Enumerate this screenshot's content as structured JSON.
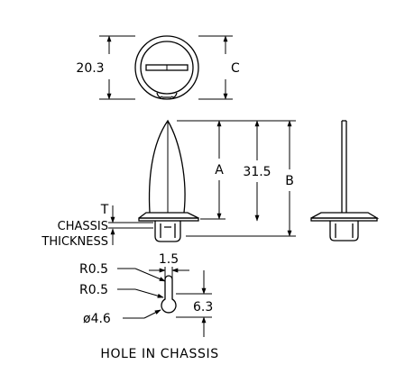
{
  "top_view": {
    "dim_left": "20.3",
    "dim_right": "C"
  },
  "side_view": {
    "dim_a": "A",
    "dim_overall": "31.5",
    "dim_b": "B",
    "dim_t": "T",
    "chassis_label_line1": "CHASSIS",
    "chassis_label_line2": "THICKNESS"
  },
  "hole_detail": {
    "radius_1": "R0.5",
    "radius_2": "R0.5",
    "slot_width": "1.5",
    "slot_length": "6.3",
    "diameter": "ø4.6",
    "caption": "HOLE IN CHASSIS"
  }
}
